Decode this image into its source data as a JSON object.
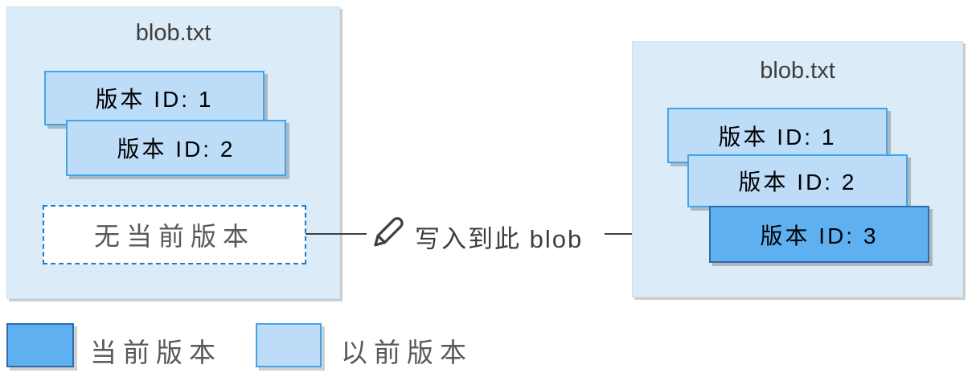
{
  "left_blob": {
    "title": "blob.txt",
    "versions": [
      {
        "label": "版本 ID: 1",
        "state": "previous"
      },
      {
        "label": "版本 ID: 2",
        "state": "previous"
      }
    ],
    "no_current_label": "无当前版本"
  },
  "action": {
    "icon": "pencil-icon",
    "label": "写入到此 blob"
  },
  "right_blob": {
    "title": "blob.txt",
    "versions": [
      {
        "label": "版本 ID: 1",
        "state": "previous"
      },
      {
        "label": "版本 ID: 2",
        "state": "previous"
      },
      {
        "label": "版本 ID: 3",
        "state": "current"
      }
    ]
  },
  "legend": {
    "current": {
      "label": "当前版本",
      "color": "#5FB0F0"
    },
    "previous": {
      "label": "以前版本",
      "color": "#BDDCF7"
    }
  },
  "colors": {
    "container_fill": "#DBECF8",
    "previous_version_fill": "#BDDCF7",
    "previous_version_border": "#41A5EE",
    "current_version_fill": "#5FB0F0",
    "current_version_border": "#2E6DA8",
    "dashed_border": "#1F7AC4",
    "arrow": "#404040",
    "text_dark": "#3E3E40",
    "text_gray": "#58595B"
  }
}
